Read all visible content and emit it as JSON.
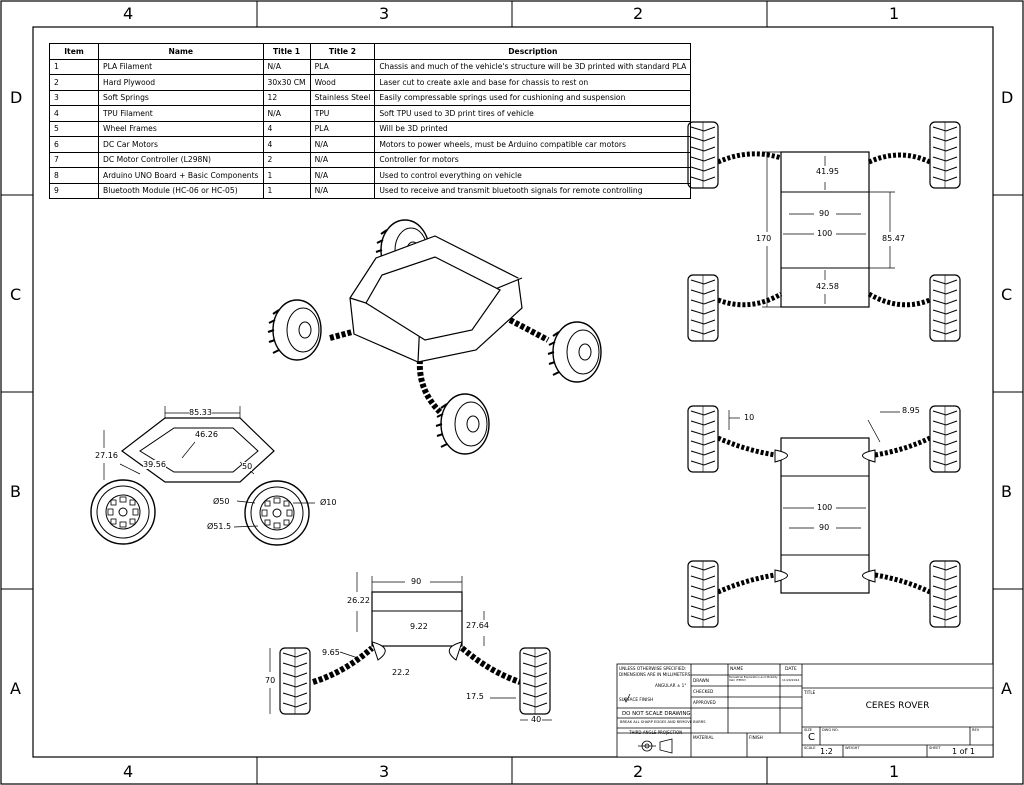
{
  "zones": {
    "columns": [
      "4",
      "3",
      "2",
      "1"
    ],
    "rows": [
      "D",
      "C",
      "B",
      "A"
    ]
  },
  "bom": {
    "headers": [
      "Item",
      "Name",
      "Title 1",
      "Title 2",
      "Description"
    ],
    "rows": [
      [
        "1",
        "PLA Filament",
        "N/A",
        "PLA",
        "Chassis and much of the vehicle's structure will be 3D printed with standard PLA"
      ],
      [
        "2",
        "Hard Plywood",
        "30x30 CM",
        "Wood",
        "Laser cut to create axle and base for chassis to rest on"
      ],
      [
        "3",
        "Soft Springs",
        "12",
        "Stainless Steel",
        "Easily compressable springs used for cushioning and suspension"
      ],
      [
        "4",
        "TPU Filament",
        "N/A",
        "TPU",
        "Soft TPU used to 3D print tires of vehicle"
      ],
      [
        "5",
        "Wheel Frames",
        "4",
        "PLA",
        "Will be 3D printed"
      ],
      [
        "6",
        "DC Car Motors",
        "4",
        "N/A",
        "Motors to power wheels, must be Arduino compatible car motors"
      ],
      [
        "7",
        "DC Motor Controller (L298N)",
        "2",
        "N/A",
        "Controller for motors"
      ],
      [
        "8",
        "Arduino UNO Board + Basic Components",
        "1",
        "N/A",
        "Used to control everything on vehicle"
      ],
      [
        "9",
        "Bluetooth Module (HC-06 or HC-05)",
        "1",
        "N/A",
        "Used to receive and transmit bluetooth signals for remote controlling"
      ]
    ]
  },
  "dims": {
    "top_view": {
      "d1": "41.95",
      "d2": "90",
      "d3": "100",
      "d4": "170",
      "d5": "85.47",
      "d6": "42.58"
    },
    "bottom_view": {
      "d1": "10",
      "d2": "8.95",
      "d3": "100",
      "d4": "90"
    },
    "side_view": {
      "d1": "85.33",
      "d2": "46.26",
      "d3": "27.16",
      "d4": "39.56",
      "d5": "50",
      "d6": "Ø50",
      "d7": "Ø10",
      "d8": "Ø51.5"
    },
    "front_view": {
      "d1": "90",
      "d2": "26.22",
      "d3": "9.22",
      "d4": "27.64",
      "d5": "9.65",
      "d6": "22.2",
      "d7": "70",
      "d8": "17.5",
      "d9": "40"
    }
  },
  "title_block": {
    "unless": "UNLESS OTHERWISE SPECIFIED:",
    "dims_in": "DIMENSIONS ARE IN MILLIMETERS",
    "angular": "ANGULAR ± 1°",
    "surface": "SURFACE FINISH",
    "do_not_scale": "DO NOT SCALE DRAWING",
    "break_edges": "BREAK ALL SHARP EDGES AND REMOVE BURRS",
    "projection": "THIRD ANGLE PROJECTION",
    "name_hdr": "NAME",
    "date_hdr": "DATE",
    "drawn": "DRAWN",
    "drawn_name": "Terrestrial Exploration and Mobility Vehi (TEMV)",
    "drawn_date": "11/29/2024",
    "checked": "CHECKED",
    "approved": "APPROVED",
    "material": "MATERIAL",
    "finish": "FINISH",
    "title_lbl": "TITLE",
    "title": "CERES ROVER",
    "size_lbl": "SIZE",
    "size": "C",
    "dwg_lbl": "DWG NO.",
    "rev_lbl": "REV",
    "scale_lbl": "SCALE",
    "scale": "1:2",
    "weight_lbl": "WEIGHT",
    "sheet_lbl": "SHEET",
    "sheet": "1 of 1"
  }
}
